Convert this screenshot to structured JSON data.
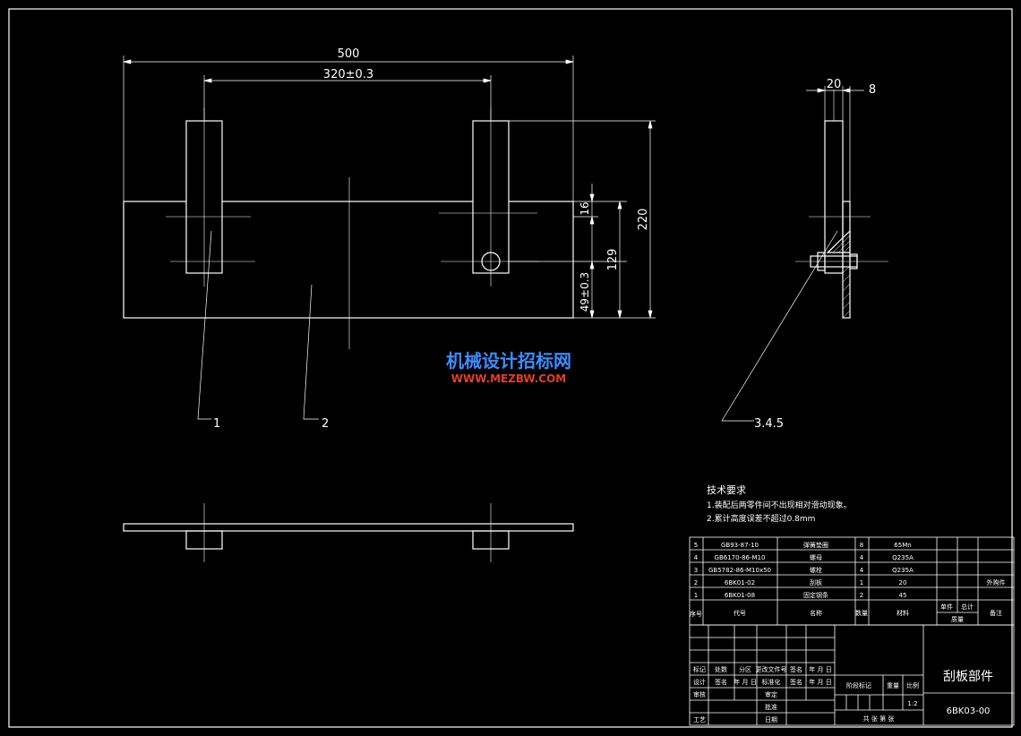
{
  "colors": {
    "background": "#000000",
    "line": "#ffffff",
    "watermark_blue": "#3c8cff",
    "watermark_red": "#e04020"
  },
  "dimensions": {
    "total_length": "500",
    "spacing": "320±0.3",
    "thickness": "20",
    "offset": "8",
    "height": "220",
    "h1": "16",
    "h2": "129",
    "h3": "49±0.3"
  },
  "leaders": {
    "item1": "1",
    "item2": "2",
    "item345": "3.4.5"
  },
  "watermark": {
    "title": "机械设计招标网",
    "url": "WWW.MEZBW.COM"
  },
  "tech_requirements": {
    "title": "技术要求",
    "line1": "1.装配后两零件间不出现相对滑动现象。",
    "line2": "2.累计高度误差不超过0.8mm"
  },
  "bom": {
    "rows": [
      {
        "no": "5",
        "code": "GB93-87-10",
        "name": "弹簧垫圈",
        "qty": "8",
        "material": "65Mn",
        "note": ""
      },
      {
        "no": "4",
        "code": "GB6170-86-M10",
        "name": "螺母",
        "qty": "4",
        "material": "Q235A",
        "note": ""
      },
      {
        "no": "3",
        "code": "GB5782-86-M10x50",
        "name": "螺栓",
        "qty": "4",
        "material": "Q235A",
        "note": ""
      },
      {
        "no": "2",
        "code": "6BK01-02",
        "name": "刮板",
        "qty": "1",
        "material": "20",
        "note": "外购件"
      },
      {
        "no": "1",
        "code": "6BK01-08",
        "name": "固定钢条",
        "qty": "2",
        "material": "45",
        "note": ""
      }
    ],
    "header": {
      "no": "序号",
      "code": "代号",
      "name": "名称",
      "qty": "数量",
      "material": "材料",
      "single": "单件",
      "total": "总计",
      "weight": "质量",
      "note": "备注"
    }
  },
  "title_block": {
    "part_name": "刮板部件",
    "drawing_no": "6BK03-00",
    "scale": "1:2",
    "rev_row": [
      "标记",
      "处数",
      "分区",
      "更改文件号",
      "签名",
      "年 月 日"
    ],
    "design_label": "设计",
    "sign_label": "签名",
    "date_label": "年 月 日",
    "standard_label": "标准化",
    "review_label": "审核",
    "craft_label": "工艺",
    "audit_label": "审定",
    "approve_label": "批准",
    "date2_label": "日期",
    "stage_label": "阶段标记",
    "weight_label": "重量",
    "ratio_label": "比例",
    "sheets_label": "共  张  第  张"
  }
}
